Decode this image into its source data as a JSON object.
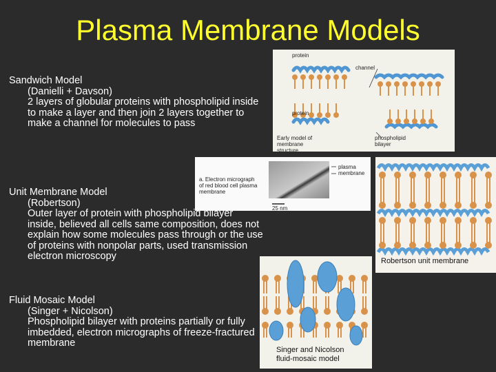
{
  "title": "Plasma Membrane Models",
  "sandwich": {
    "heading": "Sandwich Model",
    "authors": "(Danielli + Davson)",
    "description": "2 layers of globular proteins with phospholipid inside to make a layer and then join 2 layers together to make a channel for molecules to pass"
  },
  "unit": {
    "heading": "Unit Membrane Model",
    "authors": "(Robertson)",
    "description": "Outer layer of protein with phospholipid bilayer inside, believed all cells same composition, does not explain how some molecules pass through or the use of proteins with nonpolar parts, used transmission electron microscopy"
  },
  "fluid": {
    "heading": "Fluid Mosaic Model",
    "authors": "(Singer + Nicolson)",
    "description": "Phospholipid bilayer with proteins partially or fully imbedded, electron micrographs of freeze-fractured membrane"
  },
  "figures": {
    "sandwich": {
      "label_protein_top": "protein",
      "label_channel": "channel",
      "label_protein_left": "protein",
      "caption": "Early model of membrane structure",
      "label_bilayer": "phospholipid bilayer"
    },
    "micrograph": {
      "caption": "a. Electron micrograph of red blood cell plasma membrane",
      "label_membrane": "plasma membrane",
      "scale": "25 nm"
    },
    "unit": {
      "caption": "Robertson unit membrane"
    },
    "fluid": {
      "caption": "Singer and Nicolson fluid-mosaic model"
    }
  },
  "colors": {
    "title": "#ffff2e",
    "protein_blue": "#5a9fd6",
    "lipid_orange": "#d9924a"
  }
}
